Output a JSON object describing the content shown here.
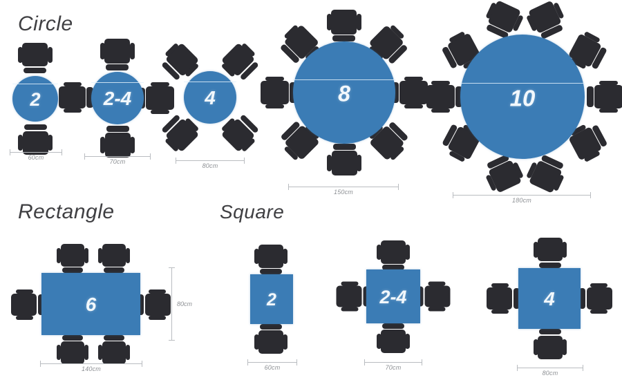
{
  "page": {
    "background": "#ffffff",
    "table_color": "#3b7cb5",
    "chair_color": "#2b2b30",
    "label_color": "#8d9094",
    "title_color": "#3f3f42",
    "number_color": "#f2f8fc"
  },
  "sections": [
    {
      "id": "circle",
      "title": "Circle"
    },
    {
      "id": "rectangle",
      "title": "Rectangle"
    },
    {
      "id": "square",
      "title": "Square"
    }
  ],
  "tables": [
    {
      "id": "circle-2",
      "shape": "circle",
      "section": "Circle",
      "seats_label": "2",
      "dimension": "60cm",
      "chair_count": 2,
      "chair_angles": [
        0,
        180
      ]
    },
    {
      "id": "circle-2-4",
      "shape": "circle",
      "section": "Circle",
      "seats_label": "2-4",
      "dimension": "70cm",
      "chair_count": 4,
      "chair_angles": [
        0,
        90,
        180,
        270
      ]
    },
    {
      "id": "circle-4",
      "shape": "circle",
      "section": "Circle",
      "seats_label": "4",
      "dimension": "80cm",
      "chair_count": 4,
      "chair_angles": [
        45,
        135,
        225,
        315
      ]
    },
    {
      "id": "circle-8",
      "shape": "circle",
      "section": "Circle",
      "seats_label": "8",
      "dimension": "150cm",
      "chair_count": 8,
      "chair_angles": [
        0,
        45,
        90,
        135,
        180,
        225,
        270,
        315
      ]
    },
    {
      "id": "circle-10",
      "shape": "circle",
      "section": "Circle",
      "seats_label": "10",
      "dimension": "180cm",
      "chair_count": 10,
      "chair_angles": [
        0,
        36,
        72,
        108,
        144,
        180,
        216,
        252,
        288,
        324
      ]
    },
    {
      "id": "rectangle-6",
      "shape": "rectangle",
      "section": "Rectangle",
      "seats_label": "6",
      "dimension": "140cm",
      "dimension_vertical": "80cm",
      "chair_count": 6
    },
    {
      "id": "square-2",
      "shape": "square",
      "section": "Square",
      "seats_label": "2",
      "dimension": "60cm",
      "chair_count": 2
    },
    {
      "id": "square-2-4",
      "shape": "square",
      "section": "Square",
      "seats_label": "2-4",
      "dimension": "70cm",
      "chair_count": 4
    },
    {
      "id": "square-4",
      "shape": "square",
      "section": "Square",
      "seats_label": "4",
      "dimension": "80cm",
      "chair_count": 4
    }
  ]
}
